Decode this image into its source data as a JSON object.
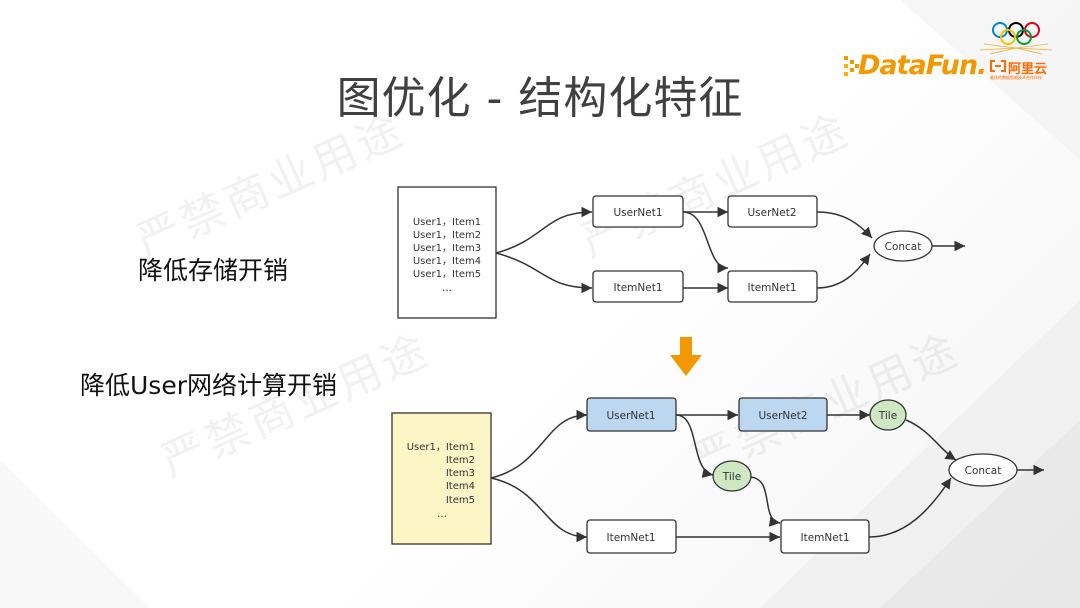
{
  "title": "图优化 - 结构化特征",
  "labels": {
    "storage": "降低存储开销",
    "compute": "降低User网络计算开销"
  },
  "watermark": "严禁商业用途",
  "logos": {
    "datafun": "DataFun.",
    "aliyun": "阿里云",
    "aliyun_sub": "最佳的数据智能技术合作伙伴"
  },
  "colors": {
    "accent": "#f39800",
    "user_node": "#bcd7f0",
    "tile_node": "#cfe8c4",
    "table_fill": "#fdf5c6"
  },
  "top_diagram": {
    "table_lines": [
      "User1，Item1",
      "User1，Item2",
      "User1，Item3",
      "User1，Item4",
      "User1，Item5",
      "…"
    ],
    "nodes": {
      "usernet1": "UserNet1",
      "usernet2": "UserNet2",
      "itemnet1_a": "ItemNet1",
      "itemnet1_b": "ItemNet1",
      "concat": "Concat"
    }
  },
  "bottom_diagram": {
    "table_lines": [
      "User1，Item1",
      "Item2",
      "Item3",
      "Item4",
      "Item5",
      "…"
    ],
    "nodes": {
      "usernet1": "UserNet1",
      "usernet2": "UserNet2",
      "tile_top": "Tile",
      "tile_mid": "Tile",
      "itemnet1_a": "ItemNet1",
      "itemnet1_b": "ItemNet1",
      "concat": "Concat"
    }
  }
}
